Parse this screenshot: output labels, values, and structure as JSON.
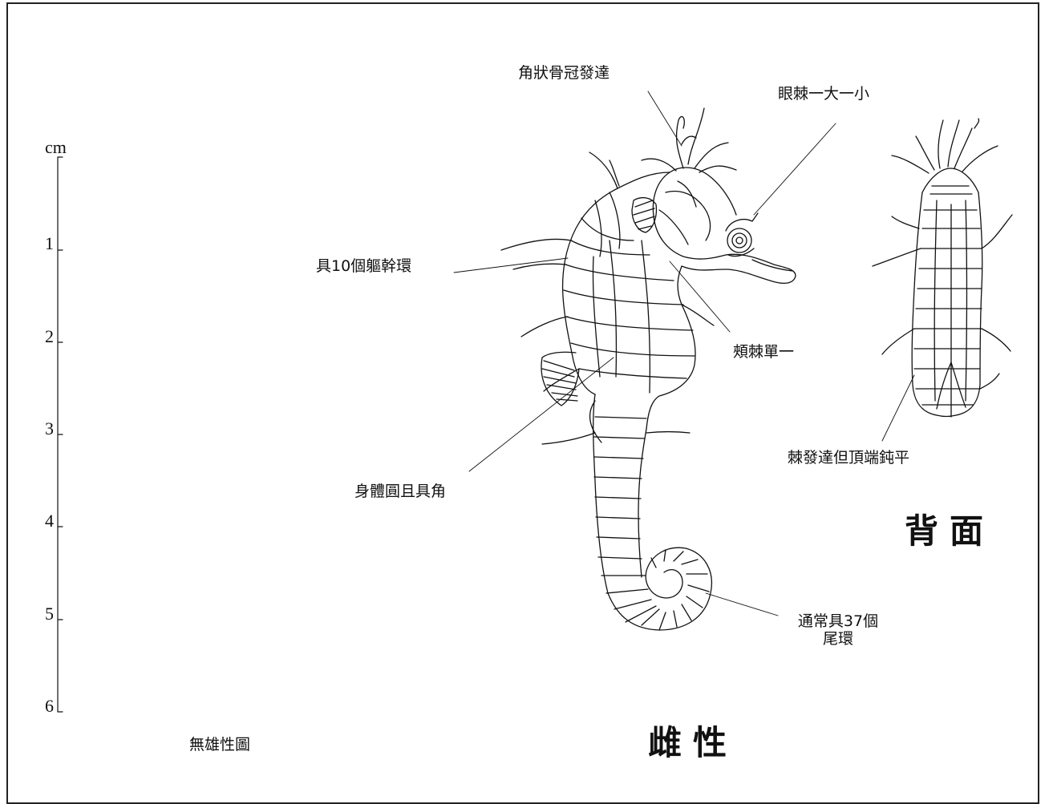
{
  "scale": {
    "unit": "cm",
    "ticks": [
      "1",
      "2",
      "3",
      "4",
      "5",
      "6"
    ]
  },
  "labels": {
    "crown": "角狀骨冠發達",
    "eye_spine": "眼棘一大一小",
    "trunk_rings": "具10個軀幹環",
    "cheek_spine": "頰棘單一",
    "body": "身體圓且具角",
    "spines_blunt": "棘發達但頂端鈍平",
    "tail_rings_line1": "通常具37個",
    "tail_rings_line2": "尾環",
    "no_male": "無雄性圖"
  },
  "titles": {
    "dorsal": "背面",
    "female": "雌性"
  },
  "colors": {
    "ink": "#111111",
    "background": "#ffffff"
  }
}
